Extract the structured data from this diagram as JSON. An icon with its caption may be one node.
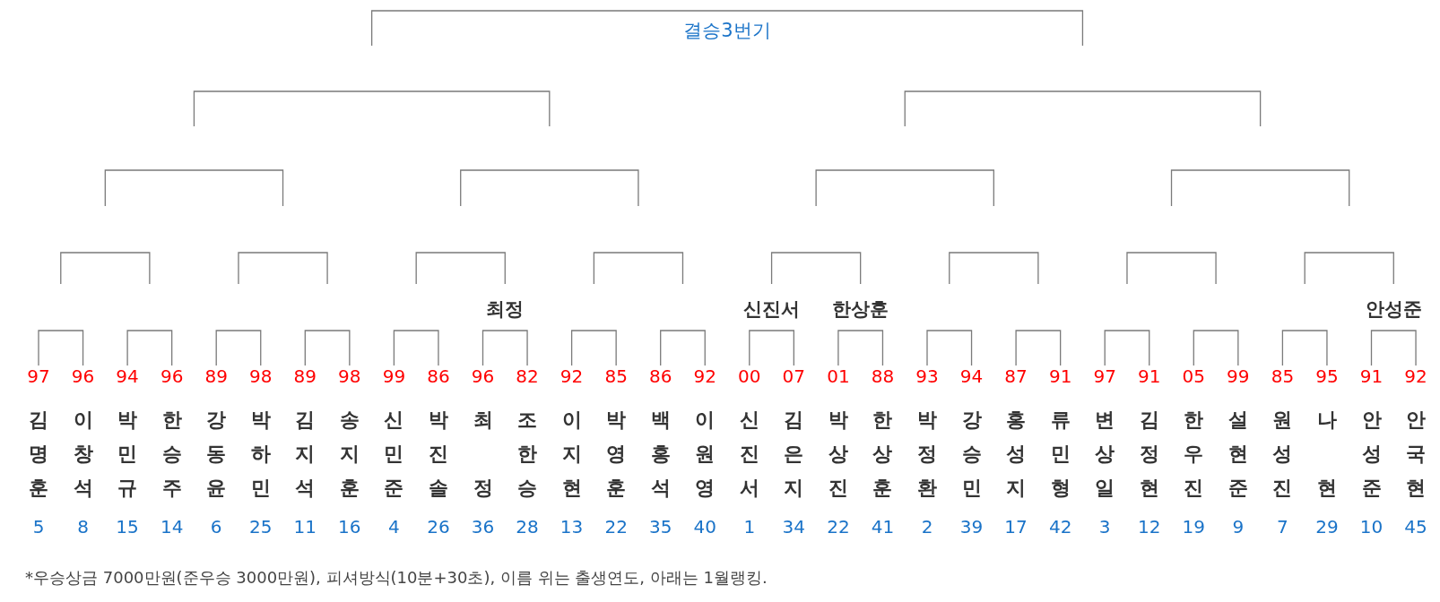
{
  "diagram": {
    "title": "결승3번기",
    "caption": "*우승상금 7000만원(준우승 3000만원), 피셔방식(10분+30초), 이름 위는 출생연도, 아래는 1월랭킹.",
    "nodes": [
      {
        "text": [
          "97",
          "김명훈",
          "5"
        ]
      },
      {
        "text": [
          "96",
          "이창석",
          "8"
        ]
      },
      {
        "text": [
          "94",
          "박민규",
          "15"
        ]
      },
      {
        "text": [
          "96",
          "한승주",
          "14"
        ]
      },
      {
        "text": [
          "89",
          "강동윤",
          "6"
        ]
      },
      {
        "text": [
          "98",
          "박하민",
          "25"
        ]
      },
      {
        "text": [
          "89",
          "김지석",
          "11"
        ]
      },
      {
        "text": [
          "98",
          "송지훈",
          "16"
        ]
      },
      {
        "text": [
          "99",
          "신민준",
          "4"
        ]
      },
      {
        "text": [
          "86",
          "박진솔",
          "26"
        ]
      },
      {
        "text": [
          "96",
          "최 정",
          "36"
        ]
      },
      {
        "text": [
          "82",
          "조한승",
          "28"
        ]
      },
      {
        "text": [
          "92",
          "이지현",
          "13"
        ]
      },
      {
        "text": [
          "85",
          "박영훈",
          "22"
        ]
      },
      {
        "text": [
          "86",
          "백홍석",
          "35"
        ]
      },
      {
        "text": [
          "92",
          "이원영",
          "40"
        ]
      },
      {
        "text": [
          "00",
          "신진서",
          "1"
        ]
      },
      {
        "text": [
          "07",
          "김은지",
          "34"
        ]
      },
      {
        "text": [
          "01",
          "박상진",
          "22"
        ]
      },
      {
        "text": [
          "88",
          "한상훈",
          "41"
        ]
      },
      {
        "text": [
          "93",
          "박정환",
          "2"
        ]
      },
      {
        "text": [
          "94",
          "강승민",
          "39"
        ]
      },
      {
        "text": [
          "87",
          "홍성지",
          "17"
        ]
      },
      {
        "text": [
          "91",
          "류민형",
          "42"
        ]
      },
      {
        "text": [
          "97",
          "변상일",
          "3"
        ]
      },
      {
        "text": [
          "91",
          "김정현",
          "12"
        ]
      },
      {
        "text": [
          "05",
          "한우진",
          "19"
        ]
      },
      {
        "text": [
          "99",
          "설현준",
          "9"
        ]
      },
      {
        "text": [
          "85",
          "원성진",
          "7"
        ]
      },
      {
        "text": [
          "95",
          "나 현",
          "29"
        ]
      },
      {
        "text": [
          "91",
          "안성준",
          "10"
        ]
      },
      {
        "text": [
          "92",
          "안국현",
          "45"
        ]
      }
    ],
    "edges": [
      {
        "from": 0,
        "to": 1,
        "arrow": "none"
      },
      {
        "from": 2,
        "to": 3,
        "arrow": "none"
      },
      {
        "from": 4,
        "to": 5,
        "arrow": "none"
      },
      {
        "from": 6,
        "to": 7,
        "arrow": "none"
      },
      {
        "from": 8,
        "to": 9,
        "arrow": "none"
      },
      {
        "from": 10,
        "to": 11,
        "arrow": "none"
      },
      {
        "from": 12,
        "to": 13,
        "arrow": "none"
      },
      {
        "from": 14,
        "to": 15,
        "arrow": "none"
      },
      {
        "from": 16,
        "to": 17,
        "arrow": "none"
      },
      {
        "from": 18,
        "to": 19,
        "arrow": "none"
      },
      {
        "from": 20,
        "to": 21,
        "arrow": "none"
      },
      {
        "from": 22,
        "to": 23,
        "arrow": "none"
      },
      {
        "from": 24,
        "to": 25,
        "arrow": "none"
      },
      {
        "from": 26,
        "to": 27,
        "arrow": "none"
      },
      {
        "from": 28,
        "to": 29,
        "arrow": "none"
      },
      {
        "from": 30,
        "to": 31,
        "arrow": "none"
      }
    ],
    "labels": [
      "최정",
      "신진서",
      "한상훈",
      "안성준"
    ]
  }
}
